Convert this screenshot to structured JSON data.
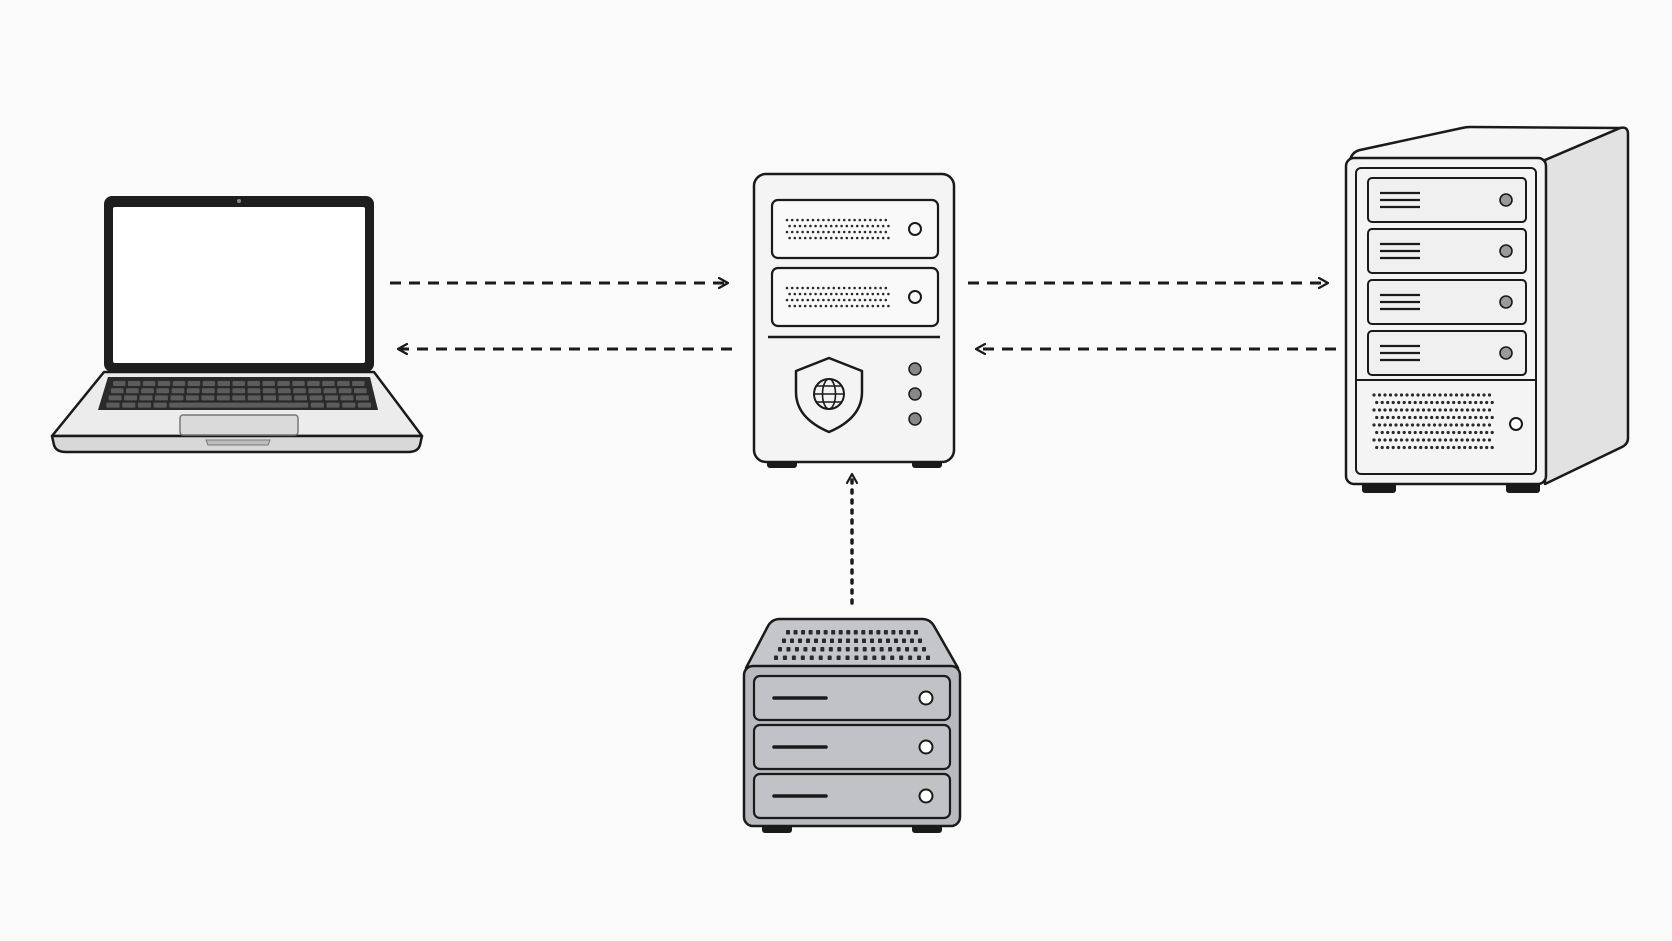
{
  "diagram": {
    "nodes": [
      {
        "id": "client",
        "icon": "laptop-icon"
      },
      {
        "id": "proxy",
        "icon": "security-server-icon",
        "badge": "shield-globe-icon"
      },
      {
        "id": "origin",
        "icon": "server-rack-icon"
      },
      {
        "id": "storage",
        "icon": "storage-array-icon"
      }
    ],
    "edges": [
      {
        "from": "client",
        "to": "proxy",
        "style": "dashed"
      },
      {
        "from": "proxy",
        "to": "client",
        "style": "dashed"
      },
      {
        "from": "proxy",
        "to": "origin",
        "style": "dashed"
      },
      {
        "from": "origin",
        "to": "proxy",
        "style": "dashed"
      },
      {
        "from": "storage",
        "to": "proxy",
        "style": "dotted"
      }
    ],
    "colors": {
      "background": "#fafafa",
      "outline": "#1a1a1a",
      "body_light": "#f2f2f2",
      "body_gray": "#b4b6b9"
    }
  }
}
